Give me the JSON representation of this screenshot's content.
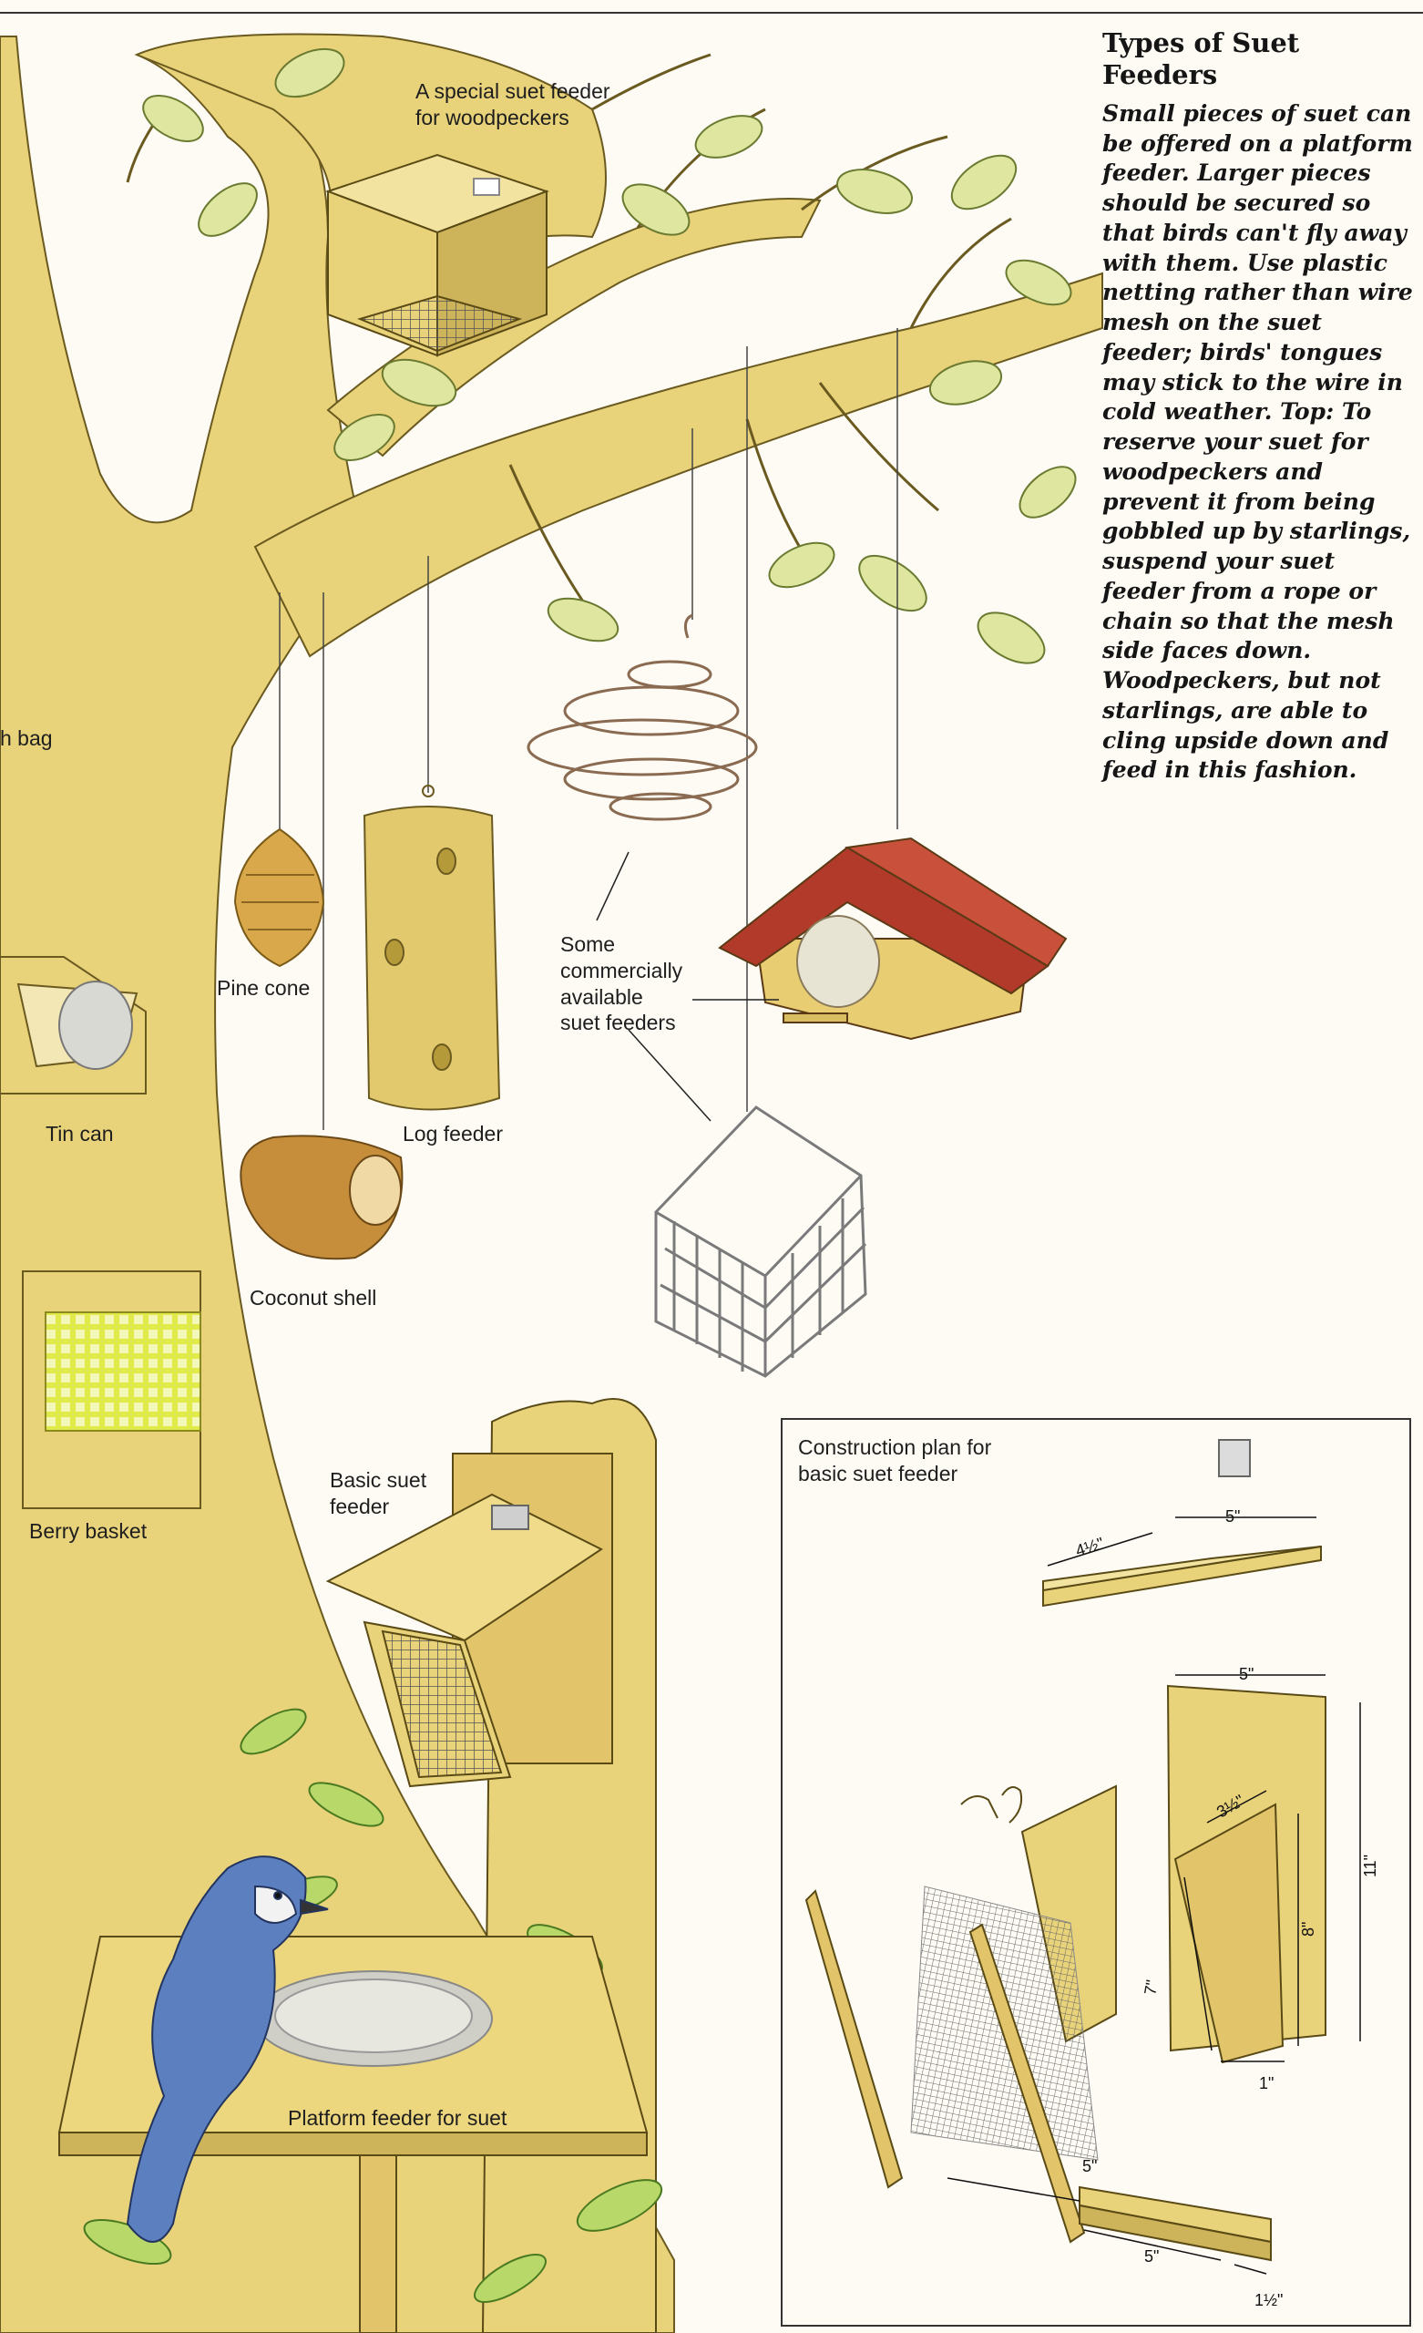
{
  "sidebar": {
    "title": "Types of Suet Feeders",
    "body": "Small pieces of suet can be offered on a platform feeder. Larger pieces should be secured so that birds can't fly away with them. Use plastic netting rather than wire mesh on the suet feeder; birds' tongues may stick to the wire in cold weather. Top: To reserve your suet for woodpeckers and prevent it from being gobbled up by starlings, suspend your suet feeder from a rope or chain so that the mesh side faces down. Woodpeckers, but not starlings, are able to cling upside down and feed in this fashion."
  },
  "labels": {
    "woodpecker_line1": "A special suet feeder",
    "woodpecker_line2": "for woodpeckers",
    "bag_fragment": "h bag",
    "pine_cone": "Pine cone",
    "tin_can": "Tin can",
    "log_feeder": "Log feeder",
    "coconut_shell": "Coconut shell",
    "commercial_line1": "Some",
    "commercial_line2": "commercially",
    "commercial_line3": "available",
    "commercial_line4": "suet feeders",
    "berry_basket": "Berry basket",
    "basic_line1": "Basic suet",
    "basic_line2": "feeder",
    "platform": "Platform feeder for suet",
    "plan_line1": "Construction plan for",
    "plan_line2": "basic suet feeder"
  },
  "dimensions": {
    "roof_depth": "4½\"",
    "roof_width": "5\"",
    "back_width": "5\"",
    "back_height": "11\"",
    "side_width": "3½\"",
    "side_height": "8\"",
    "front_height": "7\"",
    "side_bottom": "1\"",
    "mesh_width": "5\"",
    "bottom_width": "5\"",
    "bottom_depth": "1½\""
  },
  "colors": {
    "wood": "#e8d27a",
    "wood_dark": "#cdb35a",
    "leaf": "#dfe6a0",
    "roof_red": "#b23a2a",
    "jay_blue": "#5c7fc0"
  }
}
